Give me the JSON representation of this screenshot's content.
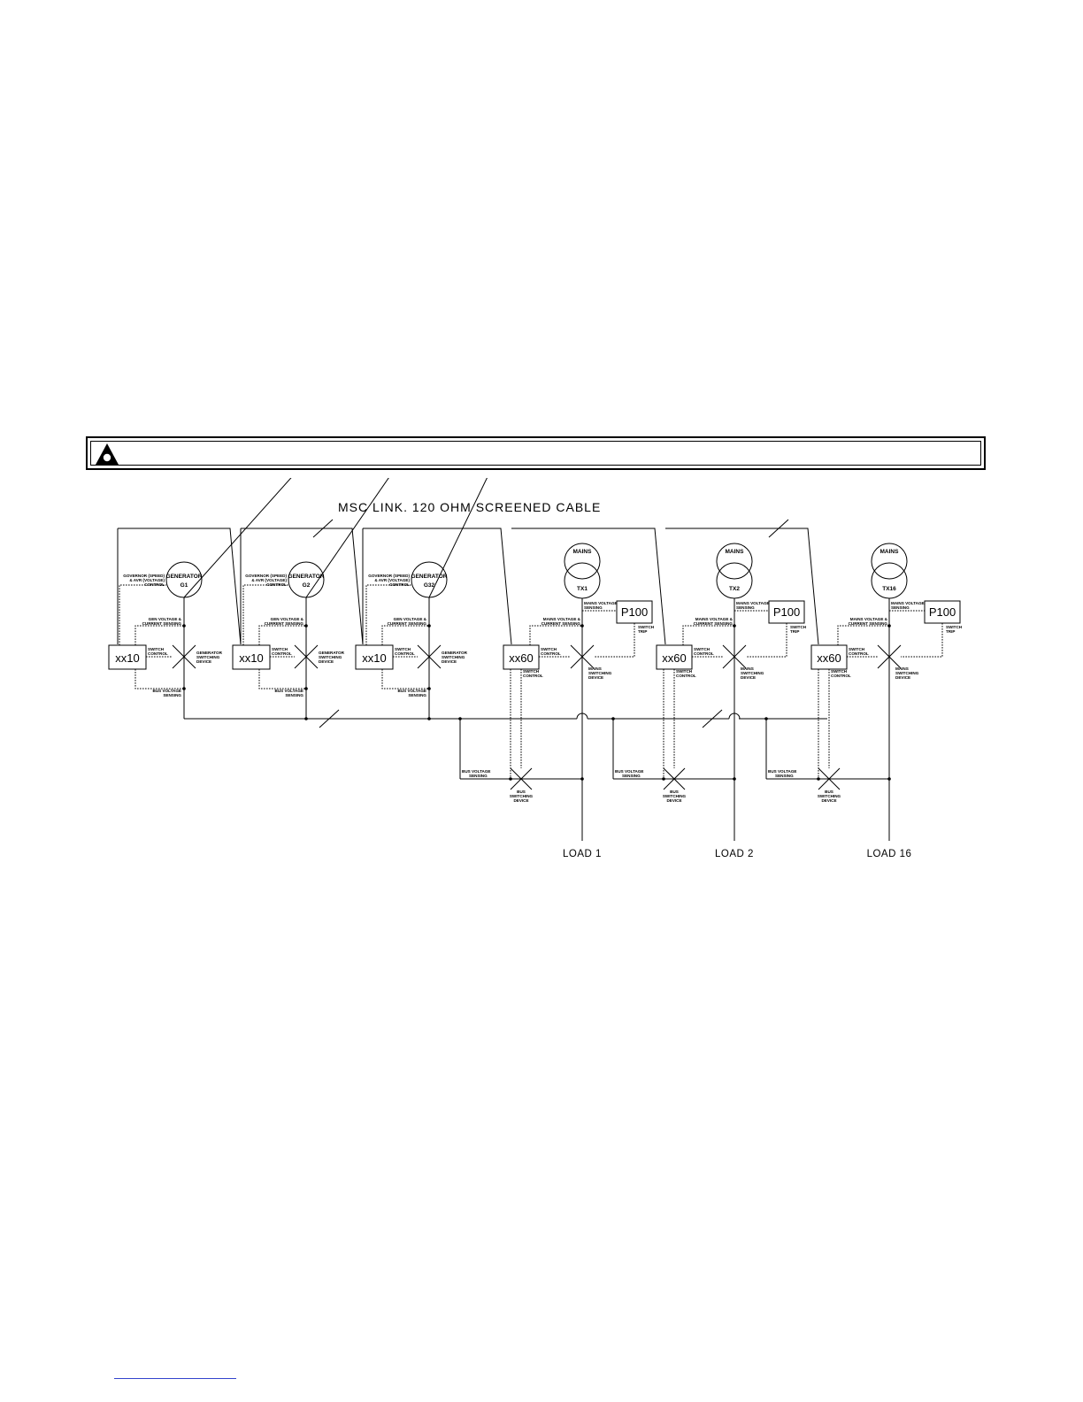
{
  "warning": {
    "icon": "warning-triangle-icon",
    "text": ""
  },
  "diagram": {
    "title": "MSC LINK. 120 OHM SCREENED CABLE",
    "generators": [
      {
        "label": "GENERATOR",
        "id": "G1"
      },
      {
        "label": "GENERATOR",
        "id": "G2"
      },
      {
        "label": "GENERATOR",
        "id": "G32"
      }
    ],
    "controller_gen": "xx10",
    "controller_mains": "xx60",
    "protection_relay": "P100",
    "mains": [
      {
        "label": "MAINS",
        "id": "TX1",
        "load": "LOAD 1"
      },
      {
        "label": "MAINS",
        "id": "TX2",
        "load": "LOAD 2"
      },
      {
        "label": "MAINS",
        "id": "TX16",
        "load": "LOAD 16"
      }
    ],
    "labels": {
      "governor_l1": "GOVERNOR (SPEED)",
      "governor_l2": "& AVR (VOLTAGE)",
      "governor_l3": "CONTROL",
      "gen_sense_l1": "GEN VOLTAGE &",
      "gen_sense_l2": "CURRENT SENSING",
      "switch_l1": "SWITCH",
      "switch_l2": "CONTROL",
      "gsd_l1": "GENERATOR",
      "gsd_l2": "SWITCHING",
      "gsd_l3": "DEVICE",
      "bus_sense_l1": "BUS VOLTAGE",
      "bus_sense_l2": "SENSING",
      "mains_vs_l1": "MAINS VOLTAGE",
      "mains_vs_l2": "SENSING",
      "mains_cs_l1": "MAINS VOLTAGE &",
      "mains_cs_l2": "CURRENT SENSING",
      "trip_l1": "SWITCH",
      "trip_l2": "TRIP",
      "msd_l1": "MAINS",
      "msd_l2": "SWITCHING",
      "msd_l3": "DEVICE",
      "bsd_l1": "BUS",
      "bsd_l2": "SWITCHING",
      "bsd_l3": "DEVICE"
    }
  }
}
